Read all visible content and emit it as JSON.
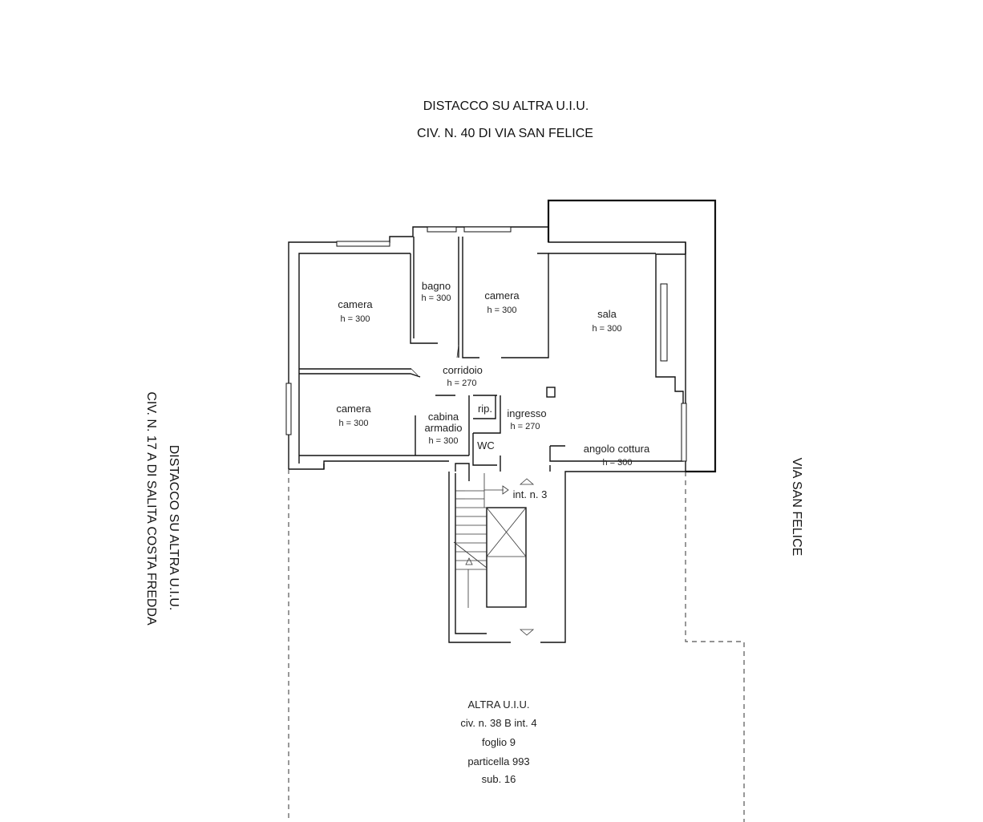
{
  "header": {
    "line1": "DISTACCO SU ALTRA U.I.U.",
    "line2": "CIV. N. 40 DI VIA SAN FELICE"
  },
  "left_side": {
    "line1": "DISTACCO SU ALTRA U.I.U.",
    "line2": "CIV. N. 17 A DI SALITA COSTA FREDDA"
  },
  "right_side": {
    "street": "VIA SAN FELICE"
  },
  "rooms": {
    "camera_1": {
      "name": "camera",
      "height": "h = 300"
    },
    "bagno": {
      "name": "bagno",
      "height": "h = 300"
    },
    "camera_2": {
      "name": "camera",
      "height": "h = 300"
    },
    "sala": {
      "name": "sala",
      "height": "h = 300"
    },
    "corridoio": {
      "name": "corridoio",
      "height": "h = 270"
    },
    "camera_3": {
      "name": "camera",
      "height": "h = 300"
    },
    "cabina_armadio": {
      "name_line1": "cabina",
      "name_line2": "armadio",
      "height": "h = 300"
    },
    "rip": {
      "name": "rip."
    },
    "ingresso": {
      "name": "ingresso",
      "height": "h = 270"
    },
    "wc": {
      "name": "WC"
    },
    "angolo_cottura": {
      "name": "angolo cottura",
      "height": "h = 300"
    }
  },
  "stair": {
    "label": "int. n. 3"
  },
  "footer": {
    "lines": [
      "ALTRA U.I.U.",
      "civ. n. 38 B int. 4",
      "foglio 9",
      "particella 993",
      "sub. 16"
    ]
  }
}
